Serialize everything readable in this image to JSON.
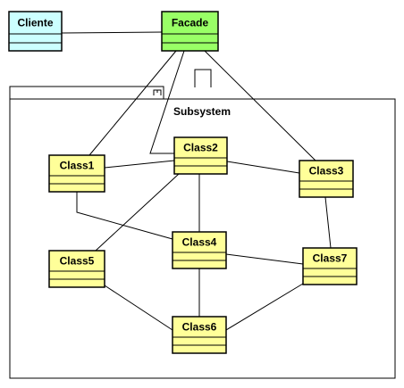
{
  "diagram": {
    "colors": {
      "client_fill": "#ccffff",
      "facade_fill": "#99ff66",
      "class_fill": "#ffff99",
      "stroke": "#000000"
    },
    "nodes": [
      {
        "id": "cliente",
        "label": "Cliente",
        "style": "client"
      },
      {
        "id": "facade",
        "label": "Facade",
        "style": "facade"
      },
      {
        "id": "class1",
        "label": "Class1",
        "style": "class"
      },
      {
        "id": "class2",
        "label": "Class2",
        "style": "class"
      },
      {
        "id": "class3",
        "label": "Class3",
        "style": "class"
      },
      {
        "id": "class4",
        "label": "Class4",
        "style": "class"
      },
      {
        "id": "class5",
        "label": "Class5",
        "style": "class"
      },
      {
        "id": "class6",
        "label": "Class6",
        "style": "class"
      },
      {
        "id": "class7",
        "label": "Class7",
        "style": "class"
      }
    ],
    "package": {
      "label": "Subsystem"
    },
    "edges": [
      [
        "cliente",
        "facade"
      ],
      [
        "facade",
        "class1"
      ],
      [
        "facade",
        "class2"
      ],
      [
        "facade",
        "class3"
      ],
      [
        "class1",
        "class2"
      ],
      [
        "class1",
        "class4"
      ],
      [
        "class2",
        "class3"
      ],
      [
        "class2",
        "class4"
      ],
      [
        "class2",
        "class5"
      ],
      [
        "class3",
        "class7"
      ],
      [
        "class4",
        "class7"
      ],
      [
        "class4",
        "class6"
      ],
      [
        "class5",
        "class6"
      ],
      [
        "class7",
        "class6"
      ]
    ]
  }
}
